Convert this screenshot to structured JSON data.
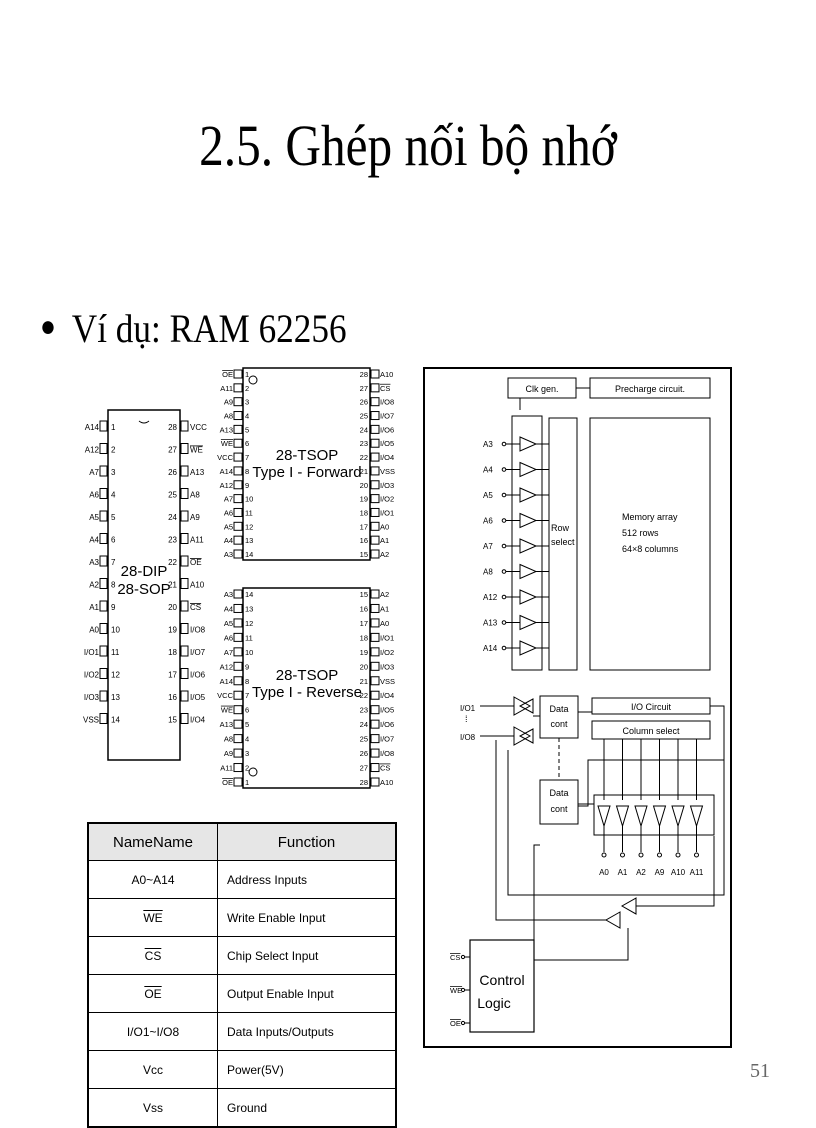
{
  "slide": {
    "title": "2.5. Ghép nối bộ nhớ",
    "bullet": "Ví dụ: RAM 62256",
    "page_number": "51"
  },
  "dip": {
    "package_label_1": "28-DIP",
    "package_label_2": "28-SOP",
    "left_pins": [
      {
        "num": "1",
        "name": "A14"
      },
      {
        "num": "2",
        "name": "A12"
      },
      {
        "num": "3",
        "name": "A7"
      },
      {
        "num": "4",
        "name": "A6"
      },
      {
        "num": "5",
        "name": "A5"
      },
      {
        "num": "6",
        "name": "A4"
      },
      {
        "num": "7",
        "name": "A3"
      },
      {
        "num": "8",
        "name": "A2"
      },
      {
        "num": "9",
        "name": "A1"
      },
      {
        "num": "10",
        "name": "A0"
      },
      {
        "num": "11",
        "name": "I/O1"
      },
      {
        "num": "12",
        "name": "I/O2"
      },
      {
        "num": "13",
        "name": "I/O3"
      },
      {
        "num": "14",
        "name": "VSS"
      }
    ],
    "right_pins": [
      {
        "num": "28",
        "name": "VCC"
      },
      {
        "num": "27",
        "name": "WE"
      },
      {
        "num": "26",
        "name": "A13"
      },
      {
        "num": "25",
        "name": "A8"
      },
      {
        "num": "24",
        "name": "A9"
      },
      {
        "num": "23",
        "name": "A11"
      },
      {
        "num": "22",
        "name": "OE"
      },
      {
        "num": "21",
        "name": "A10"
      },
      {
        "num": "20",
        "name": "CS"
      },
      {
        "num": "19",
        "name": "I/O8"
      },
      {
        "num": "18",
        "name": "I/O7"
      },
      {
        "num": "17",
        "name": "I/O6"
      },
      {
        "num": "16",
        "name": "I/O5"
      },
      {
        "num": "15",
        "name": "I/O4"
      }
    ]
  },
  "tsop_forward": {
    "label_1": "28-TSOP",
    "label_2": "Type I - Forward",
    "left_pins": [
      {
        "num": "1",
        "name": "OE"
      },
      {
        "num": "2",
        "name": "A11"
      },
      {
        "num": "3",
        "name": "A9"
      },
      {
        "num": "4",
        "name": "A8"
      },
      {
        "num": "5",
        "name": "A13"
      },
      {
        "num": "6",
        "name": "WE"
      },
      {
        "num": "7",
        "name": "VCC"
      },
      {
        "num": "8",
        "name": "A14"
      },
      {
        "num": "9",
        "name": "A12"
      },
      {
        "num": "10",
        "name": "A7"
      },
      {
        "num": "11",
        "name": "A6"
      },
      {
        "num": "12",
        "name": "A5"
      },
      {
        "num": "13",
        "name": "A4"
      },
      {
        "num": "14",
        "name": "A3"
      }
    ],
    "right_pins": [
      {
        "num": "28",
        "name": "A10"
      },
      {
        "num": "27",
        "name": "CS"
      },
      {
        "num": "26",
        "name": "I/O8"
      },
      {
        "num": "25",
        "name": "I/O7"
      },
      {
        "num": "24",
        "name": "I/O6"
      },
      {
        "num": "23",
        "name": "I/O5"
      },
      {
        "num": "22",
        "name": "I/O4"
      },
      {
        "num": "21",
        "name": "VSS"
      },
      {
        "num": "20",
        "name": "I/O3"
      },
      {
        "num": "19",
        "name": "I/O2"
      },
      {
        "num": "18",
        "name": "I/O1"
      },
      {
        "num": "17",
        "name": "A0"
      },
      {
        "num": "16",
        "name": "A1"
      },
      {
        "num": "15",
        "name": "A2"
      }
    ]
  },
  "tsop_reverse": {
    "label_1": "28-TSOP",
    "label_2": "Type I - Reverse",
    "left_pins": [
      {
        "num": "14",
        "name": "A3"
      },
      {
        "num": "13",
        "name": "A4"
      },
      {
        "num": "12",
        "name": "A5"
      },
      {
        "num": "11",
        "name": "A6"
      },
      {
        "num": "10",
        "name": "A7"
      },
      {
        "num": "9",
        "name": "A12"
      },
      {
        "num": "8",
        "name": "A14"
      },
      {
        "num": "7",
        "name": "VCC"
      },
      {
        "num": "6",
        "name": "WE"
      },
      {
        "num": "5",
        "name": "A13"
      },
      {
        "num": "4",
        "name": "A8"
      },
      {
        "num": "3",
        "name": "A9"
      },
      {
        "num": "2",
        "name": "A11"
      },
      {
        "num": "1",
        "name": "OE"
      }
    ],
    "right_pins": [
      {
        "num": "15",
        "name": "A2"
      },
      {
        "num": "16",
        "name": "A1"
      },
      {
        "num": "17",
        "name": "A0"
      },
      {
        "num": "18",
        "name": "I/O1"
      },
      {
        "num": "19",
        "name": "I/O2"
      },
      {
        "num": "20",
        "name": "I/O3"
      },
      {
        "num": "21",
        "name": "VSS"
      },
      {
        "num": "22",
        "name": "I/O4"
      },
      {
        "num": "23",
        "name": "I/O5"
      },
      {
        "num": "24",
        "name": "I/O6"
      },
      {
        "num": "25",
        "name": "I/O7"
      },
      {
        "num": "26",
        "name": "I/O8"
      },
      {
        "num": "27",
        "name": "CS"
      },
      {
        "num": "28",
        "name": "A10"
      }
    ]
  },
  "pin_table": {
    "header_name": "NameName",
    "header_function": "Function",
    "rows": [
      {
        "name": "A0~A14",
        "function": "Address Inputs"
      },
      {
        "name": "WE",
        "function": "Write Enable Input"
      },
      {
        "name": "CS",
        "function": "Chip Select Input"
      },
      {
        "name": "OE",
        "function": "Output Enable Input"
      },
      {
        "name": "I/O1~I/O8",
        "function": "Data Inputs/Outputs"
      },
      {
        "name": "Vcc",
        "function": "Power(5V)"
      },
      {
        "name": "Vss",
        "function": "Ground"
      }
    ]
  },
  "block_diagram": {
    "clk_gen": "Clk gen.",
    "precharge": "Precharge circuit.",
    "row_select_1": "Row",
    "row_select_2": "select",
    "memory_array_1": "Memory array",
    "memory_array_2": "512 rows",
    "memory_array_3": "64×8 columns",
    "row_addresses": [
      "A3",
      "A4",
      "A5",
      "A6",
      "A7",
      "A8",
      "A12",
      "A13",
      "A14"
    ],
    "io_label_top": "I/O1",
    "io_label_bottom": "I/O8",
    "data_cont_1a": "Data",
    "data_cont_1b": "cont",
    "data_cont_2a": "Data",
    "data_cont_2b": "cont",
    "io_circuit": "I/O Circuit",
    "column_select": "Column select",
    "column_addresses": [
      "A0",
      "A1",
      "A2",
      "A9",
      "A10",
      "A11"
    ],
    "control_1": "Control",
    "control_2": "Logic",
    "control_inputs": [
      "CS",
      "WE",
      "OE"
    ]
  }
}
